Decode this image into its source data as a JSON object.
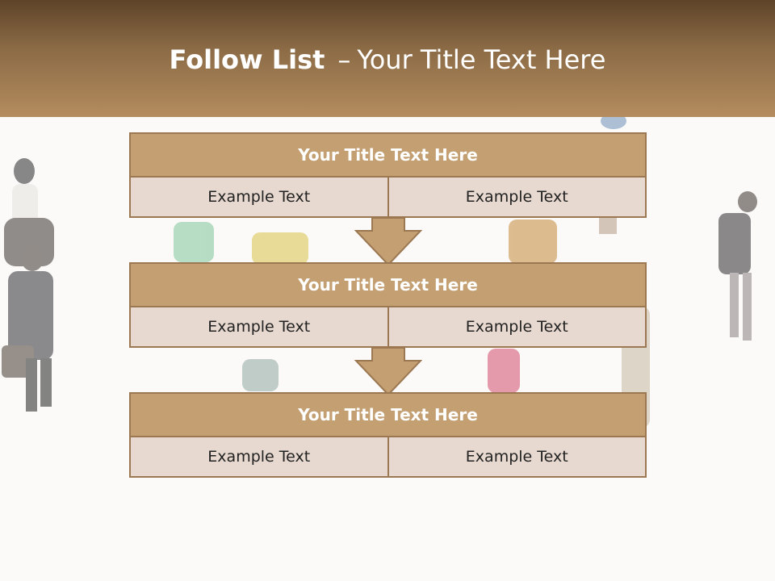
{
  "header": {
    "title_bold": "Follow List",
    "title_dash": "–",
    "title_rest": "Your Title Text Here"
  },
  "blocks": [
    {
      "title": "Your Title Text Here",
      "cells": [
        "Example Text",
        "Example Text"
      ]
    },
    {
      "title": "Your Title Text Here",
      "cells": [
        "Example Text",
        "Example Text"
      ]
    },
    {
      "title": "Your Title Text Here",
      "cells": [
        "Example Text",
        "Example Text"
      ]
    }
  ],
  "colors": {
    "header_dark": "#5e4329",
    "header_light": "#b48c5e",
    "block_title_fill": "#c39f72",
    "block_cell_fill": "#e7d9cf",
    "border": "#9c7852"
  }
}
